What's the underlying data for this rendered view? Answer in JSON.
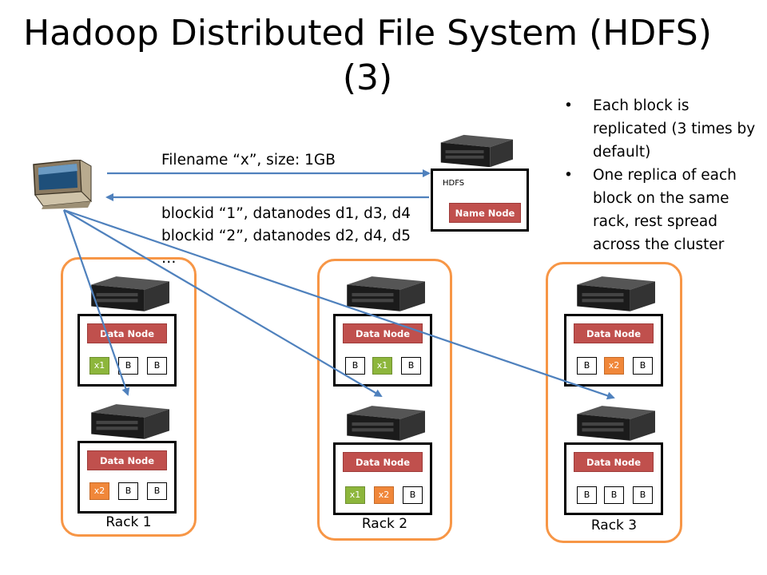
{
  "title": "Hadoop Distributed File System (HDFS) (3)",
  "bullets": [
    "Each block is replicated (3 times by default)",
    "One replica of each block on the same rack, rest spread across the cluster"
  ],
  "messages": {
    "request": "Filename “x”, size: 1GB",
    "reply": [
      "blockid “1”, datanodes d1, d3, d4",
      "blockid “2”, datanodes d2, d4, d5",
      "…"
    ]
  },
  "namenode": {
    "header": "HDFS",
    "label": "Name Node"
  },
  "colors": {
    "rack_border": "#f79646",
    "node_bar": "#c0504d",
    "replica1": "#8db63c",
    "replica2": "#f0873a",
    "arrow": "#4f81bd"
  },
  "racks": [
    {
      "label": "Rack 1",
      "nodes": [
        {
          "label": "Data Node",
          "blocks": [
            {
              "text": "x1",
              "kind": "green"
            },
            {
              "text": "B",
              "kind": "plain"
            },
            {
              "text": "B",
              "kind": "plain"
            }
          ]
        },
        {
          "label": "Data Node",
          "blocks": [
            {
              "text": "x2",
              "kind": "orange"
            },
            {
              "text": "B",
              "kind": "plain"
            },
            {
              "text": "B",
              "kind": "plain"
            }
          ]
        }
      ]
    },
    {
      "label": "Rack 2",
      "nodes": [
        {
          "label": "Data Node",
          "blocks": [
            {
              "text": "B",
              "kind": "plain"
            },
            {
              "text": "x1",
              "kind": "green"
            },
            {
              "text": "B",
              "kind": "plain"
            }
          ]
        },
        {
          "label": "Data Node",
          "blocks": [
            {
              "text": "x1",
              "kind": "green"
            },
            {
              "text": "x2",
              "kind": "orange"
            },
            {
              "text": "B",
              "kind": "plain"
            }
          ]
        }
      ]
    },
    {
      "label": "Rack 3",
      "nodes": [
        {
          "label": "Data Node",
          "blocks": [
            {
              "text": "B",
              "kind": "plain"
            },
            {
              "text": "x2",
              "kind": "orange"
            },
            {
              "text": "B",
              "kind": "plain"
            }
          ]
        },
        {
          "label": "Data Node",
          "blocks": [
            {
              "text": "B",
              "kind": "plain"
            },
            {
              "text": "B",
              "kind": "plain"
            },
            {
              "text": "B",
              "kind": "plain"
            }
          ]
        }
      ]
    }
  ]
}
